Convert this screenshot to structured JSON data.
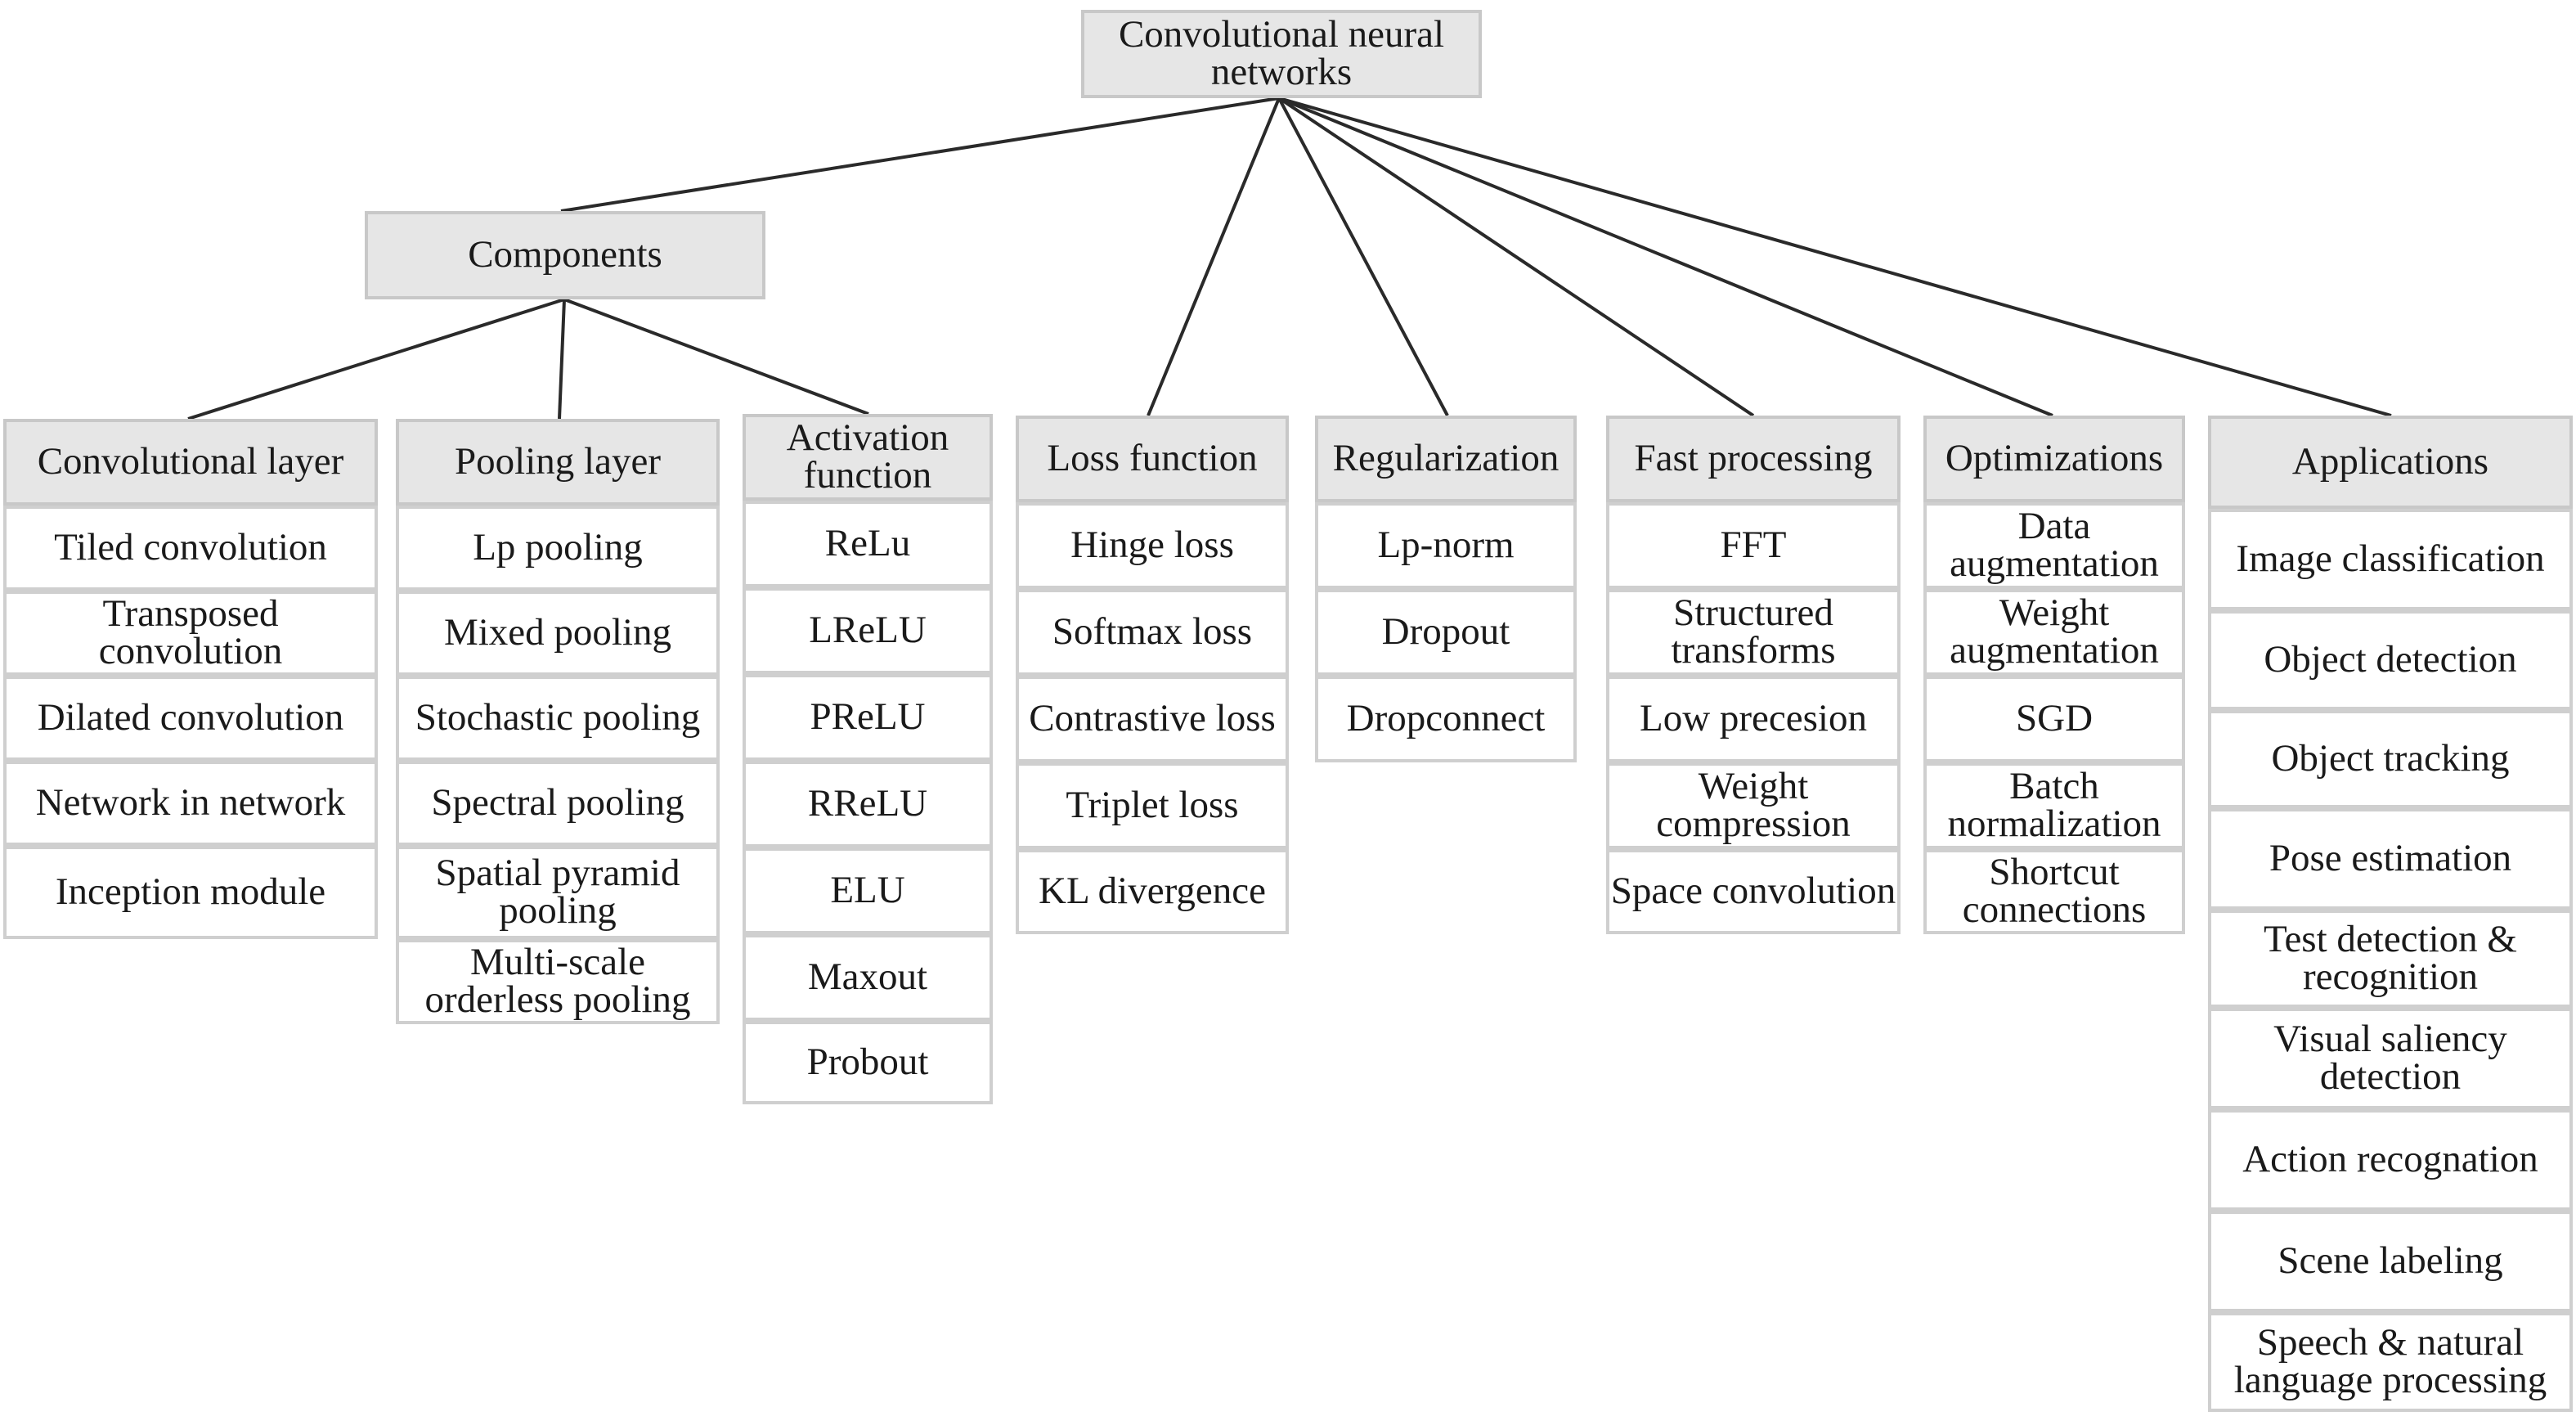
{
  "root": {
    "label": "Convolutional neural networks"
  },
  "components": {
    "label": "Components"
  },
  "columns": [
    {
      "title": "Convolutional layer",
      "items": [
        "Tiled convolution",
        "Transposed convolution",
        "Dilated convolution",
        "Network in network",
        "Inception module"
      ]
    },
    {
      "title": "Pooling layer",
      "items": [
        "Lp pooling",
        "Mixed pooling",
        "Stochastic pooling",
        "Spectral pooling",
        "Spatial pyramid pooling",
        "Multi-scale orderless pooling"
      ]
    },
    {
      "title": "Activation function",
      "items": [
        "ReLu",
        "LReLU",
        "PReLU",
        "RReLU",
        "ELU",
        "Maxout",
        "Probout"
      ]
    },
    {
      "title": "Loss function",
      "items": [
        "Hinge loss",
        "Softmax loss",
        "Contrastive loss",
        "Triplet loss",
        "KL divergence"
      ]
    },
    {
      "title": "Regularization",
      "items": [
        "Lp-norm",
        "Dropout",
        "Dropconnect"
      ]
    },
    {
      "title": "Fast processing",
      "items": [
        "FFT",
        "Structured transforms",
        "Low precesion",
        "Weight compression",
        "Space convolution"
      ]
    },
    {
      "title": "Optimizations",
      "items": [
        "Data augmentation",
        "Weight augmentation",
        "SGD",
        "Batch normalization",
        "Shortcut connections"
      ]
    },
    {
      "title": "Applications",
      "items": [
        "Image classification",
        "Object detection",
        "Object tracking",
        "Pose estimation",
        "Test detection & recognition",
        "Visual saliency detection",
        "Action recognation",
        "Scene labeling",
        "Speech & natural language processing"
      ]
    }
  ]
}
